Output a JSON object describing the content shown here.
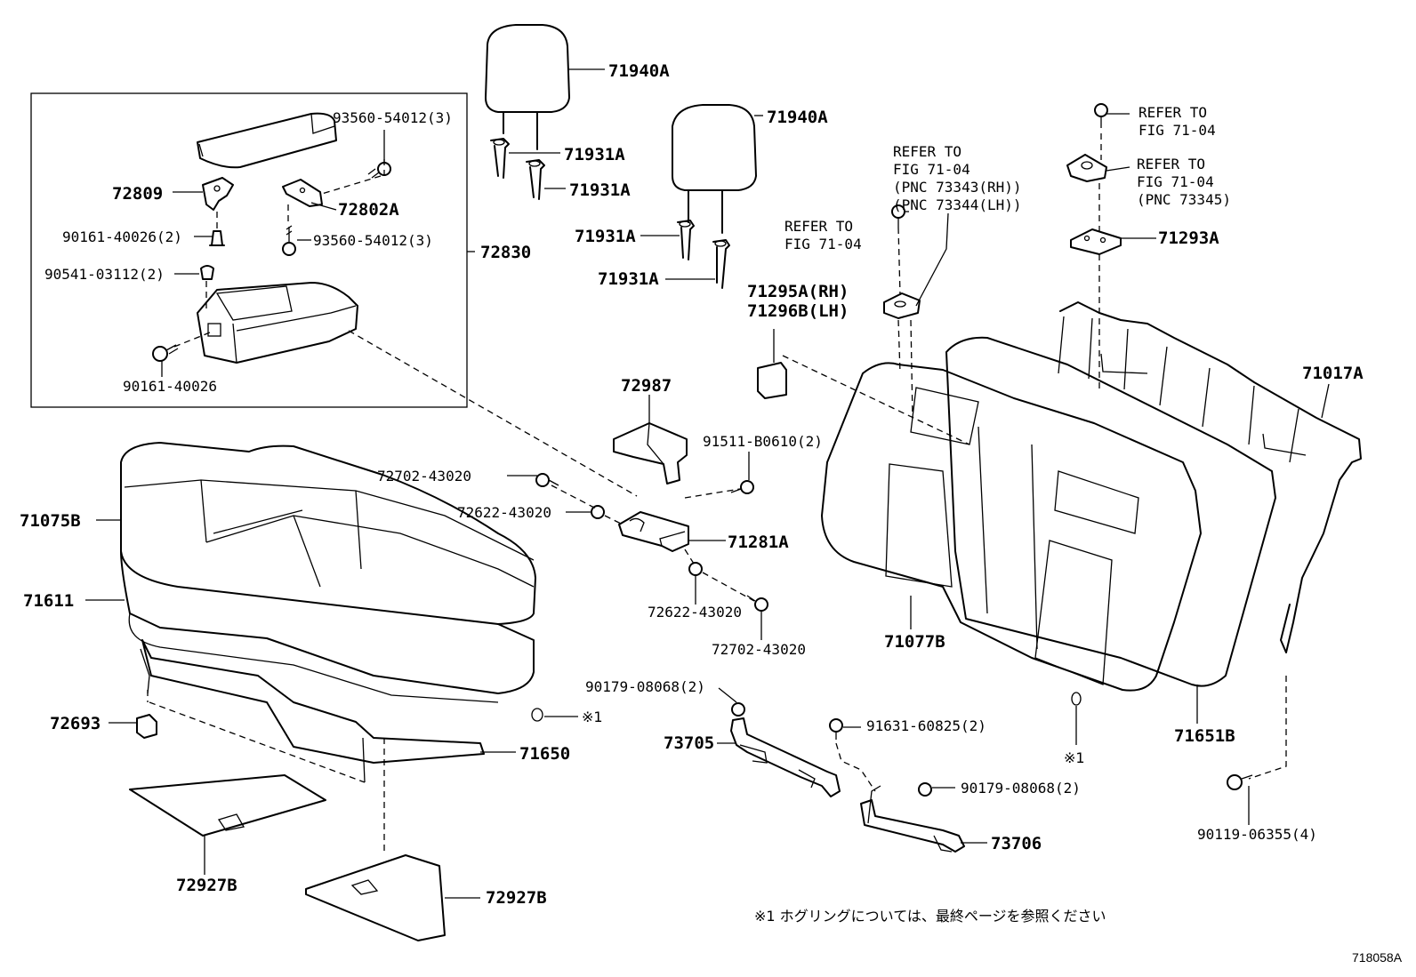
{
  "labels": {
    "l71940A_1": "71940A",
    "l71940A_2": "71940A",
    "l71931A_1": "71931A",
    "l71931A_2": "71931A",
    "l71931A_3": "71931A",
    "l71931A_4": "71931A",
    "l93560_1": "93560-54012(3)",
    "l93560_2": "93560-54012(3)",
    "l72809": "72809",
    "l72802A": "72802A",
    "l90161_2": "90161-40026(2)",
    "l72830": "72830",
    "l90541": "90541-03112(2)",
    "l90161": "90161-40026",
    "l72987": "72987",
    "l91511": "91511-B0610(2)",
    "l72702_1": "72702-43020",
    "l72622_1": "72622-43020",
    "l71281A": "71281A",
    "l72622_2": "72622-43020",
    "l72702_2": "72702-43020",
    "l71075B": "71075B",
    "l71611": "71611",
    "l72693": "72693",
    "l71650": "71650",
    "l72927B_1": "72927B",
    "l72927B_2": "72927B",
    "l90179_1": "90179-08068(2)",
    "l73705": "73705",
    "l91631": "91631-60825(2)",
    "l90179_2": "90179-08068(2)",
    "l73706": "73706",
    "l71295A": "71295A(RH)",
    "l71296B": "71296B(LH)",
    "l71077B": "71077B",
    "l71651B": "71651B",
    "l71017A": "71017A",
    "l71293A": "71293A",
    "l90119": "90119-06355(4)",
    "ref1_a": "REFER TO",
    "ref1_b": "FIG 71-04",
    "ref1_c": "(PNC 73343(RH))",
    "ref1_d": "(PNC 73344(LH))",
    "ref2_a": "REFER TO",
    "ref2_b": "FIG 71-04",
    "ref3_a": "REFER TO",
    "ref3_b": "FIG 71-04",
    "ref4_a": "REFER TO",
    "ref4_b": "FIG 71-04",
    "ref4_c": "(PNC 73345)",
    "mark1": "※1",
    "mark2": "※1",
    "note": "※1  ホグリングについては、最終ページを参照ください",
    "figure_id": "718058A"
  }
}
